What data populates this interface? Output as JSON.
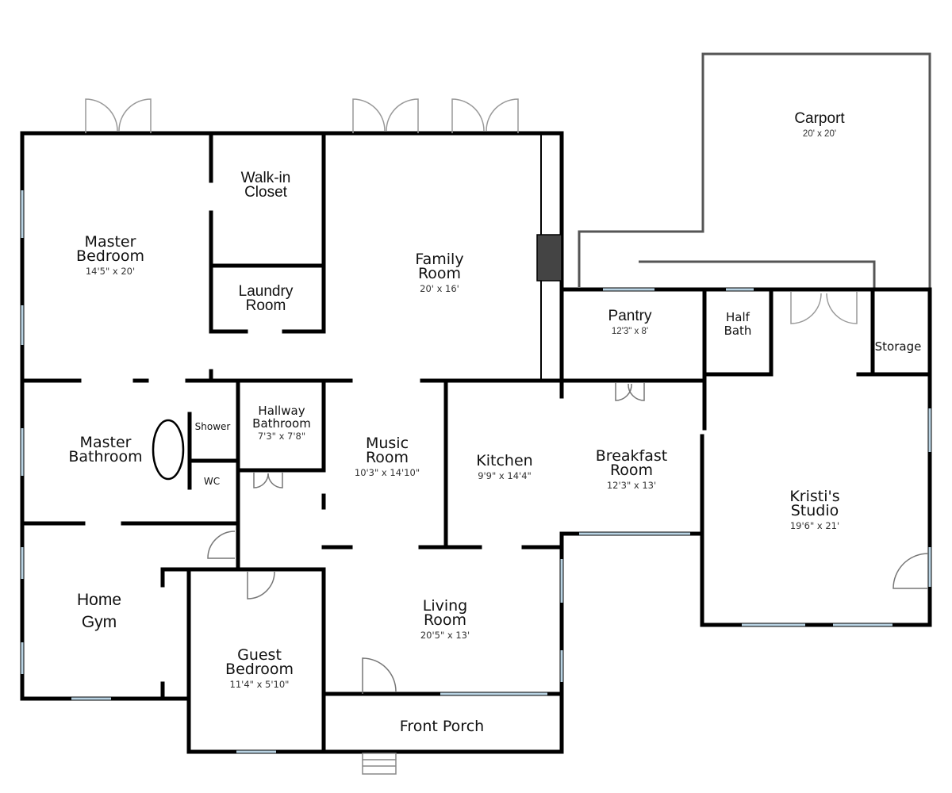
{
  "rooms": {
    "master_bedroom": {
      "name_line1": "Master",
      "name_line2": "Bedroom",
      "dims": "14'5\" x 20'"
    },
    "walk_in_closet": {
      "name_line1": "Walk-in",
      "name_line2": "Closet"
    },
    "laundry_room": {
      "name_line1": "Laundry",
      "name_line2": "Room"
    },
    "family_room": {
      "name_line1": "Family",
      "name_line2": "Room",
      "dims": "20' x 16'"
    },
    "carport": {
      "name": "Carport",
      "dims": "20' x 20'"
    },
    "pantry": {
      "name": "Pantry",
      "dims": "12'3\" x 8'"
    },
    "half_bath": {
      "name_line1": "Half",
      "name_line2": "Bath"
    },
    "storage": {
      "name": "Storage"
    },
    "master_bathroom": {
      "name_line1": "Master",
      "name_line2": "Bathroom"
    },
    "shower": {
      "name": "Shower"
    },
    "wc": {
      "name": "WC"
    },
    "hallway_bathroom": {
      "name_line1": "Hallway",
      "name_line2": "Bathroom",
      "dims": "7'3\" x 7'8\""
    },
    "music_room": {
      "name_line1": "Music",
      "name_line2": "Room",
      "dims": "10'3\" x 14'10\""
    },
    "kitchen": {
      "name": "Kitchen",
      "dims": "9'9\" x 14'4\""
    },
    "breakfast_room": {
      "name_line1": "Breakfast",
      "name_line2": "Room",
      "dims": "12'3\" x 13'"
    },
    "kristis_studio": {
      "name_line1": "Kristi's",
      "name_line2": "Studio",
      "dims": "19'6\" x 21'"
    },
    "home_gym": {
      "name_line1": "Home",
      "name_line2": "Gym"
    },
    "guest_bedroom": {
      "name_line1": "Guest",
      "name_line2": "Bedroom",
      "dims": "11'4\" x 5'10\""
    },
    "living_room": {
      "name_line1": "Living",
      "name_line2": "Room",
      "dims": "20'5\" x 13'"
    },
    "front_porch": {
      "name": "Front Porch"
    }
  },
  "colors": {
    "wall": "#000000",
    "carport_outline": "#555555",
    "window": "#b9d3e3",
    "fireplace": "#444444"
  }
}
